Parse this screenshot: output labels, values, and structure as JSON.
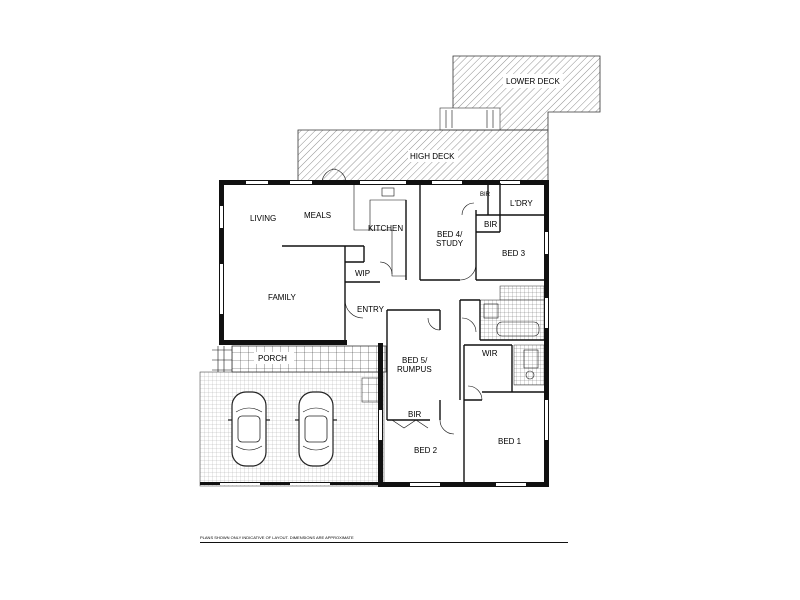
{
  "rooms": {
    "lower_deck": "LOWER DECK",
    "high_deck": "HIGH DECK",
    "living": "LIVING",
    "meals": "MEALS",
    "kitchen": "KITCHEN",
    "bed4_line1": "BED 4/",
    "bed4_line2": "STUDY",
    "bir_top": "BIR",
    "laundry": "L'DRY",
    "bir_bed3": "BIR",
    "bed3": "BED 3",
    "wip": "WIP",
    "family": "FAMILY",
    "entry": "ENTRY",
    "porch": "PORCH",
    "bed5_line1": "BED 5/",
    "bed5_line2": "RUMPUS",
    "wir": "WIR",
    "bir_bed2": "BIR",
    "bed2": "BED 2",
    "bed1": "BED 1"
  },
  "disclaimer": "PLANS SHOWN ONLY INDICATIVE OF LAYOUT. DIMENSIONS ARE APPROXIMATE"
}
